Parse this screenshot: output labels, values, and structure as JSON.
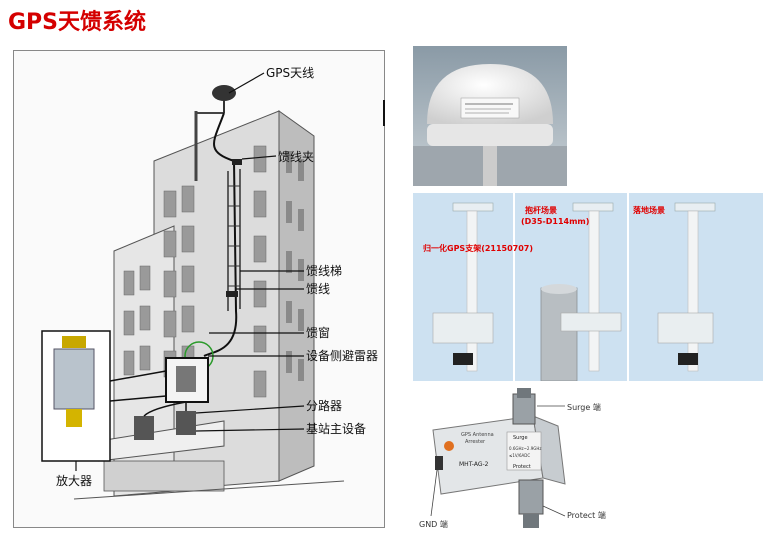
{
  "title": "GPS天馈系统",
  "diagram": {
    "labels": {
      "gps_antenna": "GPS天线",
      "feeder_clamp": "馈线夹",
      "feeder_ladder": "馈线梯",
      "feeder": "馈线",
      "feeder_window": "馈窗",
      "equipment_arrester": "设备侧避雷器",
      "splitter": "分路器",
      "bts_main": "基站主设备",
      "amplifier": "放大器"
    }
  },
  "mount_panel": {
    "labels": {
      "integrated_mount": "归一化GPS支架(21150707)",
      "pole_scene_line1": "抱杆场景",
      "pole_scene_line2": "(D35-D114mm)",
      "ground_scene": "落地场景"
    }
  },
  "arrester_panel": {
    "labels": {
      "surge_port": "Surge 端",
      "protect_port": "Protect 端",
      "gnd_port": "GND 端"
    },
    "device_text": {
      "line1": "GPS Antenna",
      "line2": "Arrester",
      "model": "MHT-AG-2",
      "surge": "Surge",
      "protect": "Protect",
      "spec1": "0.6GHz~2.9GHz",
      "spec2": "≤1V/6ADC"
    }
  }
}
